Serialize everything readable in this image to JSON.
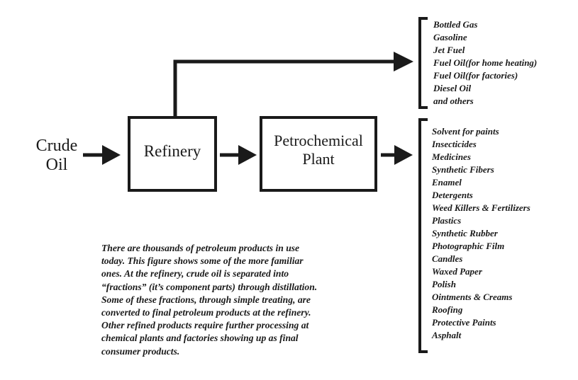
{
  "diagram": {
    "nodes": {
      "source": {
        "lines": [
          "Crude",
          "Oil"
        ]
      },
      "refinery": {
        "label": "Refinery"
      },
      "petrochemical": {
        "lines": [
          "Petrochemical",
          "Plant"
        ]
      }
    },
    "refinery_products": [
      "Bottled Gas",
      "Gasoline",
      "Jet Fuel",
      "Fuel Oil(for home heating)",
      "Fuel Oil(for factories)",
      "Diesel Oil",
      "and others"
    ],
    "petrochemical_products": [
      "Solvent for paints",
      "Insecticides",
      "Medicines",
      "Synthetic Fibers",
      "Enamel",
      "Detergents",
      "Weed Killers & Fertilizers",
      "Plastics",
      "Synthetic Rubber",
      "Photographic Film",
      "Candles",
      "Waxed Paper",
      "Polish",
      "Ointments & Creams",
      "Roofing",
      "Protective Paints",
      "Asphalt"
    ],
    "caption_lines": [
      "There are thousands of petroleum products in use",
      "today.  This figure shows some of the more familiar",
      "ones.  At the refinery, crude oil is separated into",
      "“fractions” (it’s component parts) through distillation.",
      "Some of these fractions, through simple treating, are",
      "converted to final petroleum products at the refinery.",
      "Other refined products require further processing at",
      "chemical plants and factories showing up as final",
      "consumer products."
    ],
    "colors": {
      "ink": "#1a1a1a",
      "background": "#ffffff"
    }
  }
}
